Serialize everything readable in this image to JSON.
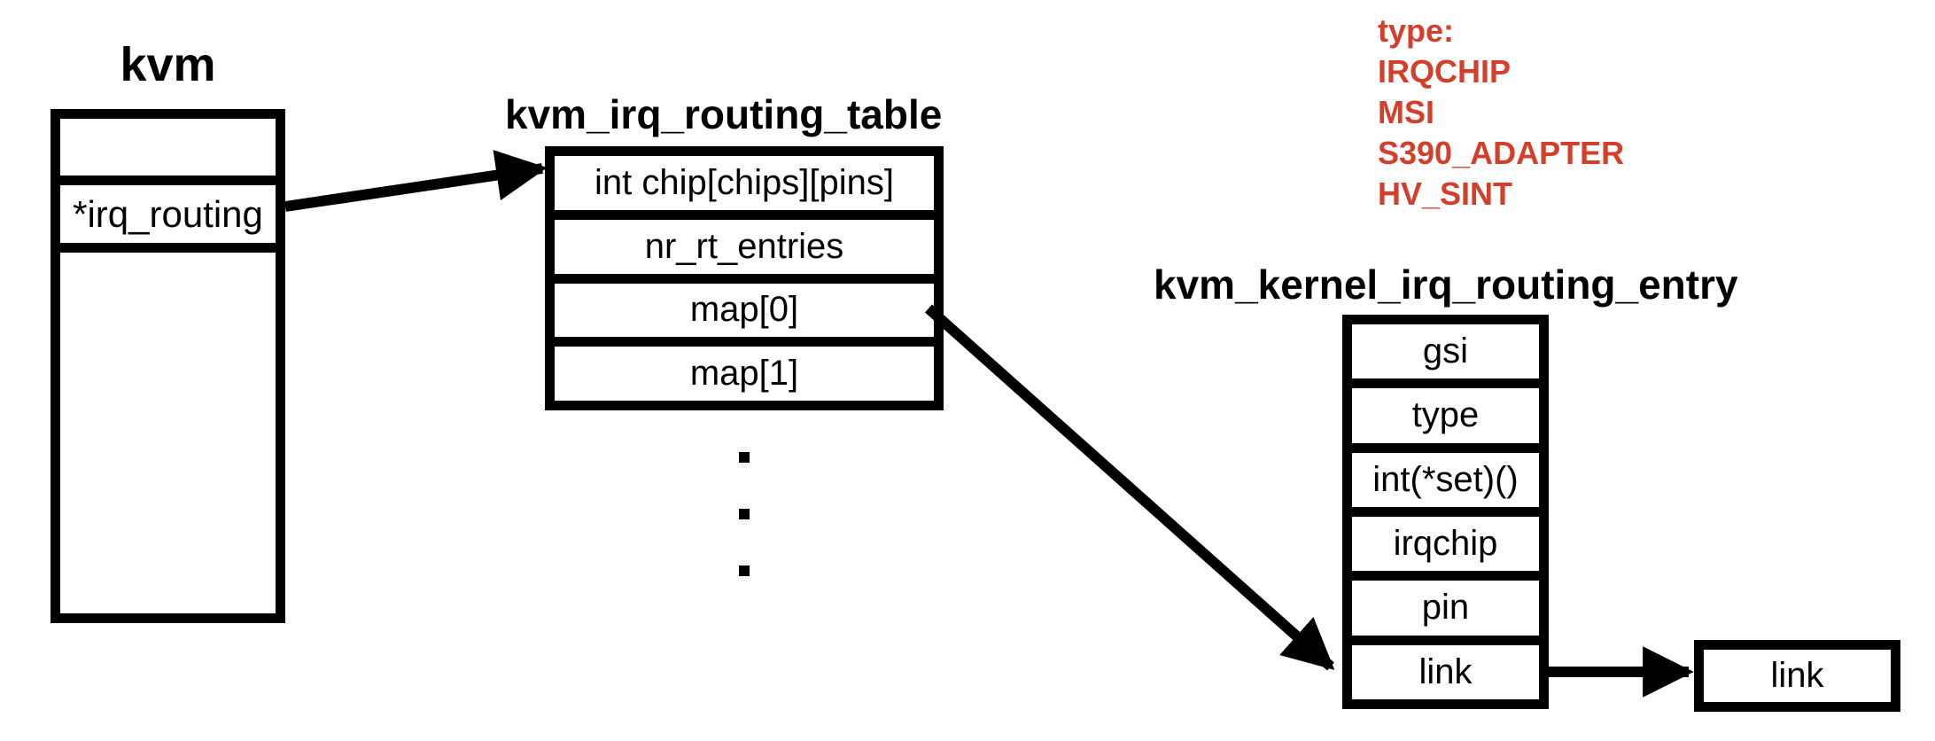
{
  "kvm": {
    "title": "kvm",
    "rows": [
      "",
      "*irq_routing",
      ""
    ]
  },
  "routing_table": {
    "title": "kvm_irq_routing_table",
    "rows": [
      "int chip[chips][pins]",
      "nr_rt_entries",
      "map[0]",
      "map[1]"
    ],
    "continuation_dots": "⋮"
  },
  "routing_entry": {
    "title": "kvm_kernel_irq_routing_entry",
    "rows": [
      "gsi",
      "type",
      "int(*set)()",
      "irqchip",
      "pin",
      "link"
    ]
  },
  "link_box": {
    "label": "link"
  },
  "type_list": {
    "heading": "type:",
    "items": [
      "IRQCHIP",
      "MSI",
      "S390_ADAPTER",
      "HV_SINT"
    ]
  },
  "colors": {
    "accent_red": "#d33f2b",
    "line": "#000000",
    "background": "#ffffff"
  },
  "connections": [
    {
      "from": "kvm.*irq_routing",
      "to": "kvm_irq_routing_table"
    },
    {
      "from": "kvm_irq_routing_table.map[0]",
      "to": "kvm_kernel_irq_routing_entry.link"
    },
    {
      "from": "kvm_kernel_irq_routing_entry.link",
      "to": "link"
    }
  ]
}
